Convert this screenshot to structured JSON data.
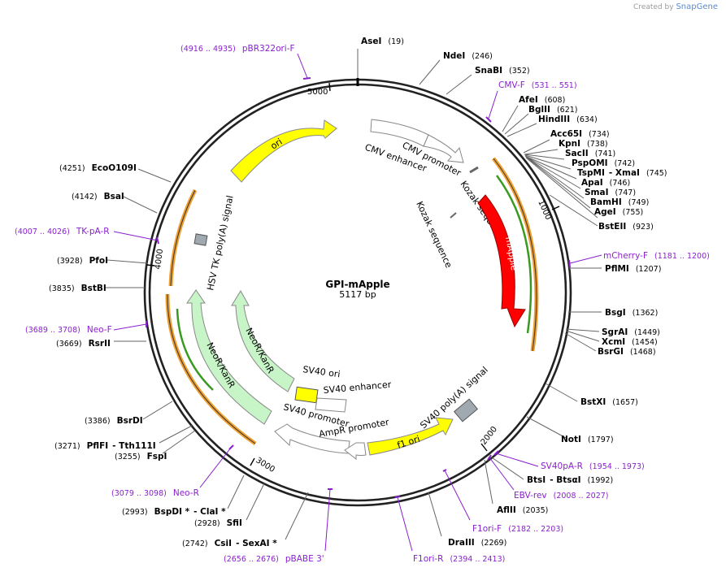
{
  "credit": {
    "prefix": "Created by",
    "brand": "SnapGene"
  },
  "plasmid": {
    "name": "GPI-mApple",
    "size_label": "5117 bp",
    "length": 5117
  },
  "ticks": [
    "5000",
    "1000",
    "2000",
    "3000",
    "4000"
  ],
  "features": {
    "ori": "ori",
    "cmv_enhancer": "CMV enhancer",
    "cmv_promoter": "CMV promoter",
    "kozak1": "Kozak sequence",
    "kozak2": "Kozak sequence",
    "mapple": "mApple",
    "hsv": "HSV TK poly(A) signal",
    "neokan_inner": "NeoR/KanR",
    "neokan_outer": "NeoR/KanR",
    "sv40_ori": "SV40 ori",
    "sv40_enh": "SV40 enhancer",
    "sv40_prom": "SV40 promoter",
    "ampr_prom": "AmpR promoter",
    "f1ori": "f1 ori",
    "sv40pa": "SV40 poly(A) signal"
  },
  "enzymes": [
    {
      "id": "asei",
      "name": "AseI",
      "pos": "(19)"
    },
    {
      "id": "ndei",
      "name": "NdeI",
      "pos": "(246)"
    },
    {
      "id": "snabi",
      "name": "SnaBI",
      "pos": "(352)"
    },
    {
      "id": "afei",
      "name": "AfeI",
      "pos": "(608)"
    },
    {
      "id": "bglii",
      "name": "BglII",
      "pos": "(621)"
    },
    {
      "id": "hindiii",
      "name": "HindIII",
      "pos": "(634)"
    },
    {
      "id": "acc65i",
      "name": "Acc65I",
      "pos": "(734)"
    },
    {
      "id": "kpni",
      "name": "KpnI",
      "pos": "(738)"
    },
    {
      "id": "sacii",
      "name": "SacII",
      "pos": "(741)"
    },
    {
      "id": "psppomi",
      "name": "PspOMI",
      "pos": "(742)"
    },
    {
      "id": "tspmi",
      "name": "TspMI",
      "sep": "- XmaI",
      "pos": "(745)"
    },
    {
      "id": "apai",
      "name": "ApaI",
      "pos": "(746)"
    },
    {
      "id": "smai",
      "name": "SmaI",
      "pos": "(747)"
    },
    {
      "id": "bamhi",
      "name": "BamHI",
      "pos": "(749)"
    },
    {
      "id": "agei",
      "name": "AgeI",
      "pos": "(755)"
    },
    {
      "id": "bsteii",
      "name": "BstEII",
      "pos": "(923)"
    },
    {
      "id": "pflmi",
      "name": "PflMI",
      "pos": "(1207)"
    },
    {
      "id": "bsgi",
      "name": "BsgI",
      "pos": "(1362)"
    },
    {
      "id": "sgrai",
      "name": "SgrAI",
      "pos": "(1449)"
    },
    {
      "id": "xcmi",
      "name": "XcmI",
      "pos": "(1454)"
    },
    {
      "id": "bsrgi",
      "name": "BsrGI",
      "pos": "(1468)"
    },
    {
      "id": "bstxi",
      "name": "BstXI",
      "pos": "(1657)"
    },
    {
      "id": "noti",
      "name": "NotI",
      "pos": "(1797)"
    },
    {
      "id": "btsi",
      "name": "BtsI",
      "sep": "- BtsαI",
      "pos": "(1992)"
    },
    {
      "id": "aflii",
      "name": "AflII",
      "pos": "(2035)"
    },
    {
      "id": "draiii",
      "name": "DraIII",
      "pos": "(2269)"
    },
    {
      "id": "csii",
      "name": "CsiI",
      "sep": "- SexAI *",
      "pos": "(2742)"
    },
    {
      "id": "sfii",
      "name": "SfiI",
      "pos": "(2928)"
    },
    {
      "id": "bspdi",
      "name": "BspDI *",
      "sep": "- ClaI *",
      "pos": "(2993)"
    },
    {
      "id": "fspi",
      "name": "FspI",
      "pos": "(3255)"
    },
    {
      "id": "pflfi",
      "name": "PflFI",
      "sep": "- Tth111I",
      "pos": "(3271)"
    },
    {
      "id": "bsrdi",
      "name": "BsrDI",
      "pos": "(3386)"
    },
    {
      "id": "rsrii",
      "name": "RsrII",
      "pos": "(3669)"
    },
    {
      "id": "bstbi",
      "name": "BstBI",
      "pos": "(3835)"
    },
    {
      "id": "pfoi",
      "name": "PfoI",
      "pos": "(3928)"
    },
    {
      "id": "bsai",
      "name": "BsaI",
      "pos": "(4142)"
    },
    {
      "id": "ecoo109i",
      "name": "EcoO109I",
      "pos": "(4251)"
    }
  ],
  "primers": [
    {
      "id": "pbr322",
      "name": "pBR322ori-F",
      "pos": "(4916 .. 4935)"
    },
    {
      "id": "cmvf",
      "name": "CMV-F",
      "pos": "(531 .. 551)"
    },
    {
      "id": "mcherry",
      "name": "mCherry-F",
      "pos": "(1181 .. 1200)"
    },
    {
      "id": "sv40par",
      "name": "SV40pA-R",
      "pos": "(1954 .. 1973)"
    },
    {
      "id": "ebvrev",
      "name": "EBV-rev",
      "pos": "(2008 .. 2027)"
    },
    {
      "id": "f1orif",
      "name": "F1ori-F",
      "pos": "(2182 .. 2203)"
    },
    {
      "id": "f1orir",
      "name": "F1ori-R",
      "pos": "(2394 .. 2413)"
    },
    {
      "id": "pbabe",
      "name": "pBABE 3'",
      "pos": "(2656 .. 2676)"
    },
    {
      "id": "neor",
      "name": "Neo-R",
      "pos": "(3079 .. 3098)"
    },
    {
      "id": "neof",
      "name": "Neo-F",
      "pos": "(3689 .. 3708)"
    },
    {
      "id": "tkpar",
      "name": "TK-pA-R",
      "pos": "(4007 .. 4026)"
    }
  ],
  "colors": {
    "ori": "#ffff00",
    "mapple": "#ff0000",
    "neo": "#c8f5c8",
    "promoter": "#ffffff",
    "polya": "#a0a8b0",
    "primer": "#8a1fd0",
    "orange": "#f0a030",
    "green": "#3a9a20"
  }
}
